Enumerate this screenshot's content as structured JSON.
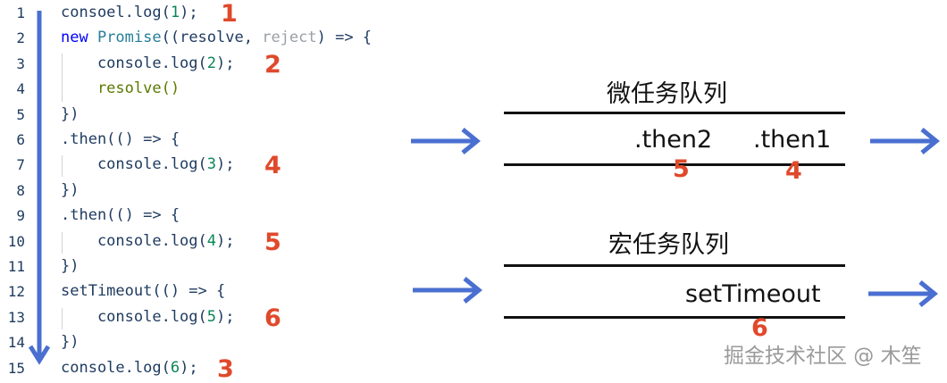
{
  "code": {
    "lines": [
      {
        "n": "1",
        "segs": [
          {
            "t": "consoel.log(",
            "c": "plain"
          },
          {
            "t": "1",
            "c": "num"
          },
          {
            "t": ");",
            "c": "plain"
          }
        ]
      },
      {
        "n": "2",
        "segs": [
          {
            "t": "new ",
            "c": "kw"
          },
          {
            "t": "Promise",
            "c": "cls"
          },
          {
            "t": "((resolve, ",
            "c": "plain"
          },
          {
            "t": "reject",
            "c": "dim"
          },
          {
            "t": ") => {",
            "c": "plain"
          }
        ]
      },
      {
        "n": "3",
        "segs": [
          {
            "t": "    console.log(",
            "c": "plain"
          },
          {
            "t": "2",
            "c": "num"
          },
          {
            "t": ");",
            "c": "plain"
          }
        ]
      },
      {
        "n": "4",
        "segs": [
          {
            "t": "    resolve()",
            "c": "fn"
          }
        ]
      },
      {
        "n": "5",
        "segs": [
          {
            "t": "})",
            "c": "plain"
          }
        ]
      },
      {
        "n": "6",
        "segs": [
          {
            "t": ".then(() => {",
            "c": "plain"
          }
        ]
      },
      {
        "n": "7",
        "segs": [
          {
            "t": "    console.log(",
            "c": "plain"
          },
          {
            "t": "3",
            "c": "num"
          },
          {
            "t": ");",
            "c": "plain"
          }
        ]
      },
      {
        "n": "8",
        "segs": [
          {
            "t": "})",
            "c": "plain"
          }
        ]
      },
      {
        "n": "9",
        "segs": [
          {
            "t": ".then(() => {",
            "c": "plain"
          }
        ]
      },
      {
        "n": "10",
        "segs": [
          {
            "t": "    console.log(",
            "c": "plain"
          },
          {
            "t": "4",
            "c": "num"
          },
          {
            "t": ");",
            "c": "plain"
          }
        ]
      },
      {
        "n": "11",
        "segs": [
          {
            "t": "})",
            "c": "plain"
          }
        ]
      },
      {
        "n": "12",
        "segs": [
          {
            "t": "setTimeout",
            "c": "plain"
          },
          {
            "t": "(() => {",
            "c": "plain"
          }
        ]
      },
      {
        "n": "13",
        "segs": [
          {
            "t": "    console.log(",
            "c": "plain"
          },
          {
            "t": "5",
            "c": "num"
          },
          {
            "t": ");",
            "c": "plain"
          }
        ]
      },
      {
        "n": "14",
        "segs": [
          {
            "t": "})",
            "c": "plain"
          }
        ]
      },
      {
        "n": "15",
        "segs": [
          {
            "t": "console.log(",
            "c": "plain"
          },
          {
            "t": "6",
            "c": "num"
          },
          {
            "t": ");",
            "c": "plain"
          }
        ]
      }
    ],
    "steps": [
      {
        "line": 1,
        "label": "1"
      },
      {
        "line": 3,
        "label": "2"
      },
      {
        "line": 7,
        "label": "4"
      },
      {
        "line": 10,
        "label": "5"
      },
      {
        "line": 13,
        "label": "6"
      },
      {
        "line": 15,
        "label": "3"
      }
    ]
  },
  "micro_queue": {
    "title": "微任务队列",
    "items": [
      {
        "label": ".then2",
        "order": "5"
      },
      {
        "label": ".then1",
        "order": "4"
      }
    ]
  },
  "macro_queue": {
    "title": "宏任务队列",
    "items": [
      {
        "label": "setTimeout",
        "order": "6"
      }
    ]
  },
  "watermark": "掘金技术社区 @ 木笙",
  "colors": {
    "arrow": "#4a6fd1",
    "step_number": "#e0492b",
    "queue_line": "#111111"
  }
}
